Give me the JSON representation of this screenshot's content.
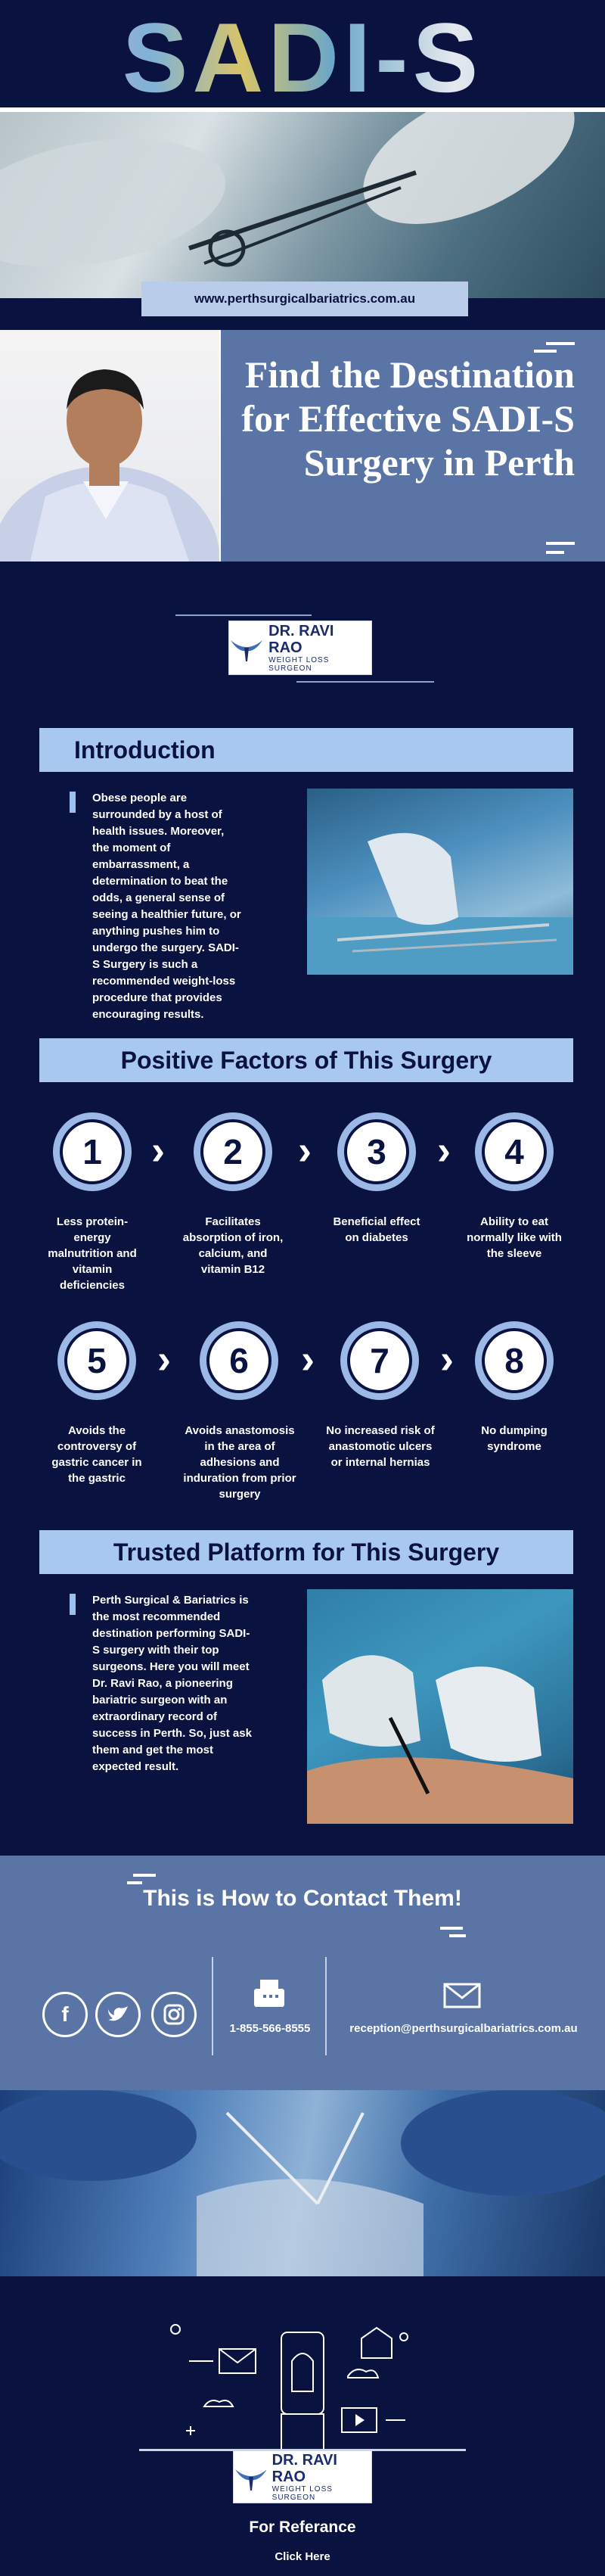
{
  "header": {
    "title": "SADI-S"
  },
  "url": {
    "text": "www.perthsurgicalbariatrics.com.au"
  },
  "hero": {
    "title": "Find the Destination for Effective SADI-S Surgery in Perth"
  },
  "logo": {
    "name": "DR. RAVI RAO",
    "sub": "WEIGHT LOSS SURGEON"
  },
  "intro": {
    "heading": "Introduction",
    "text": "Obese people are surrounded by a host of health issues. Moreover, the moment of embarrassment, a determination to beat the odds, a general sense of seeing a healthier future, or anything pushes him to undergo the surgery. SADI-S Surgery is such a recommended weight-loss procedure that provides encouraging results."
  },
  "factors": {
    "heading": "Positive Factors of This Surgery",
    "items": [
      {
        "num": "1",
        "text": "Less protein-energy malnutrition and vitamin deficiencies"
      },
      {
        "num": "2",
        "text": "Facilitates absorption of iron, calcium, and vitamin B12"
      },
      {
        "num": "3",
        "text": "Beneficial effect on diabetes"
      },
      {
        "num": "4",
        "text": "Ability to eat normally like with the sleeve"
      },
      {
        "num": "5",
        "text": "Avoids the controversy of gastric cancer in the gastric"
      },
      {
        "num": "6",
        "text": "Avoids anastomosis in the area of adhesions and induration from prior surgery"
      },
      {
        "num": "7",
        "text": "No increased risk of anastomotic ulcers or internal hernias"
      },
      {
        "num": "8",
        "text": "No dumping syndrome"
      }
    ]
  },
  "trusted": {
    "heading": "Trusted Platform for This Surgery",
    "text": "Perth Surgical & Bariatrics is the most recommended destination performing SADI-S surgery with their top surgeons. Here you will meet Dr. Ravi Rao, a pioneering bariatric surgeon with an extraordinary record of success in Perth. So, just ask them and get the most expected result."
  },
  "contact": {
    "heading": "This is How to Contact Them!",
    "phone": "1-855-566-8555",
    "email": "reception@perthsurgicalbariatrics.com.au",
    "social": [
      "facebook-icon",
      "twitter-icon",
      "instagram-icon"
    ]
  },
  "footer": {
    "reference": "For Referance",
    "click": "Click Here"
  },
  "colors": {
    "navy": "#0a1240",
    "accent": "#a9c8f0",
    "panel": "#5a74a6"
  }
}
